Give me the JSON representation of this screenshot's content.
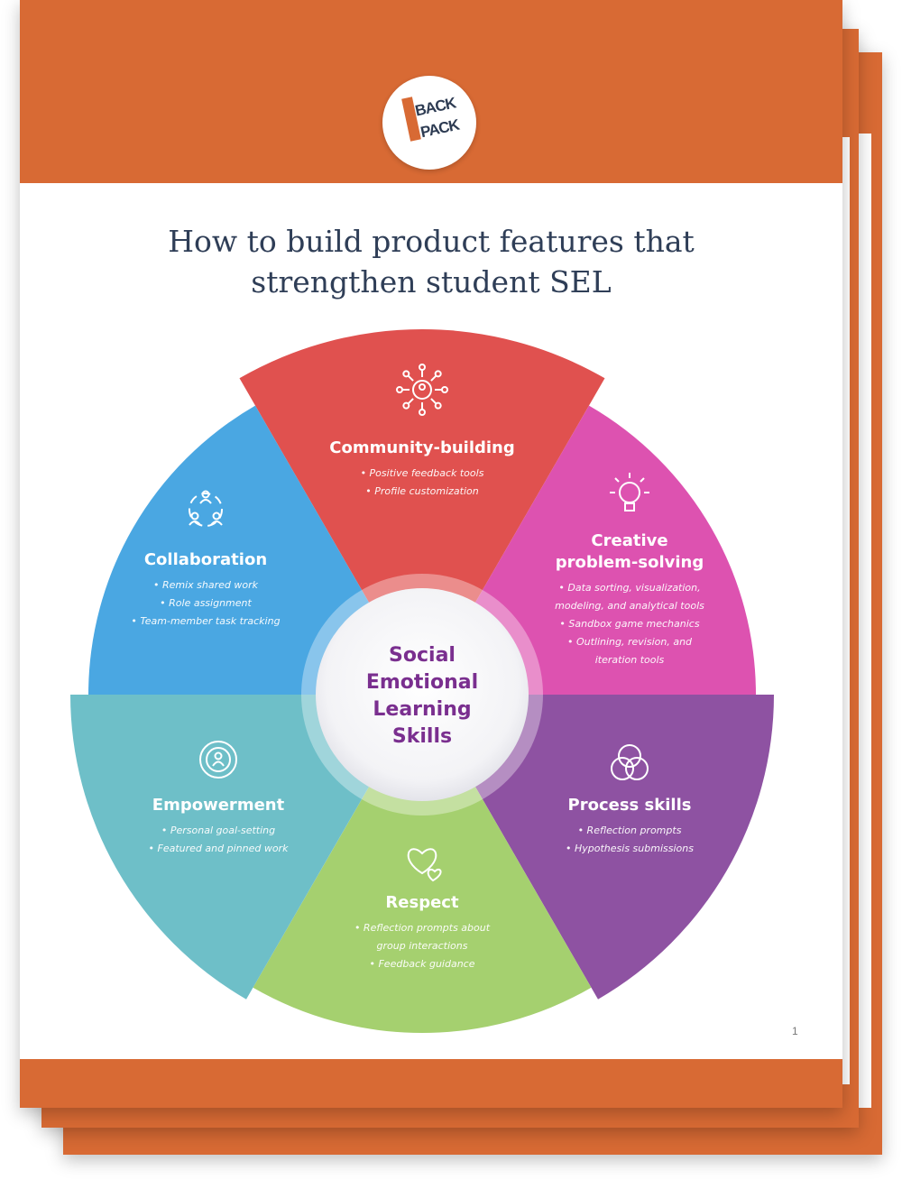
{
  "logo": {
    "line1": "BACK",
    "line2": "PACK"
  },
  "title": {
    "line1": "How to build product features that",
    "line2": "strengthen student SEL"
  },
  "center": {
    "lines": [
      "Social",
      "Emotional",
      "Learning",
      "Skills"
    ]
  },
  "segments": [
    {
      "id": "community",
      "heading": [
        "Community-building"
      ],
      "bullets": [
        "• Positive feedback tools",
        "• Profile customization"
      ],
      "color": "#e0514f",
      "icon": "network-people-icon"
    },
    {
      "id": "creative",
      "heading": [
        "Creative",
        "problem-solving"
      ],
      "bullets": [
        "• Data sorting, visualization,",
        "modeling, and analytical tools",
        "• Sandbox game mechanics",
        "• Outlining, revision, and",
        "iteration tools"
      ],
      "color": "#dd52b0",
      "icon": "lightbulb-icon"
    },
    {
      "id": "process",
      "heading": [
        "Process skills"
      ],
      "bullets": [
        "• Reflection prompts",
        "• Hypothesis submissions"
      ],
      "color": "#8e52a2",
      "icon": "venn-circles-icon"
    },
    {
      "id": "respect",
      "heading": [
        "Respect"
      ],
      "bullets": [
        "• Reflection prompts about",
        "group interactions",
        "• Feedback guidance"
      ],
      "color": "#a5d06f",
      "icon": "hearts-icon"
    },
    {
      "id": "empowerment",
      "heading": [
        "Empowerment"
      ],
      "bullets": [
        "• Personal goal-setting",
        "• Featured and pinned work"
      ],
      "color": "#6ebfc8",
      "icon": "person-badge-icon"
    },
    {
      "id": "collaboration",
      "heading": [
        "Collaboration"
      ],
      "bullets": [
        "• Remix shared work",
        "• Role assignment",
        "• Team-member task tracking"
      ],
      "color": "#4aa7e2",
      "icon": "team-circle-icon"
    }
  ],
  "page_number": "1",
  "colors": {
    "accent": "#d86a34",
    "title": "#2f3e57",
    "center_text": "#7a2f8f"
  }
}
